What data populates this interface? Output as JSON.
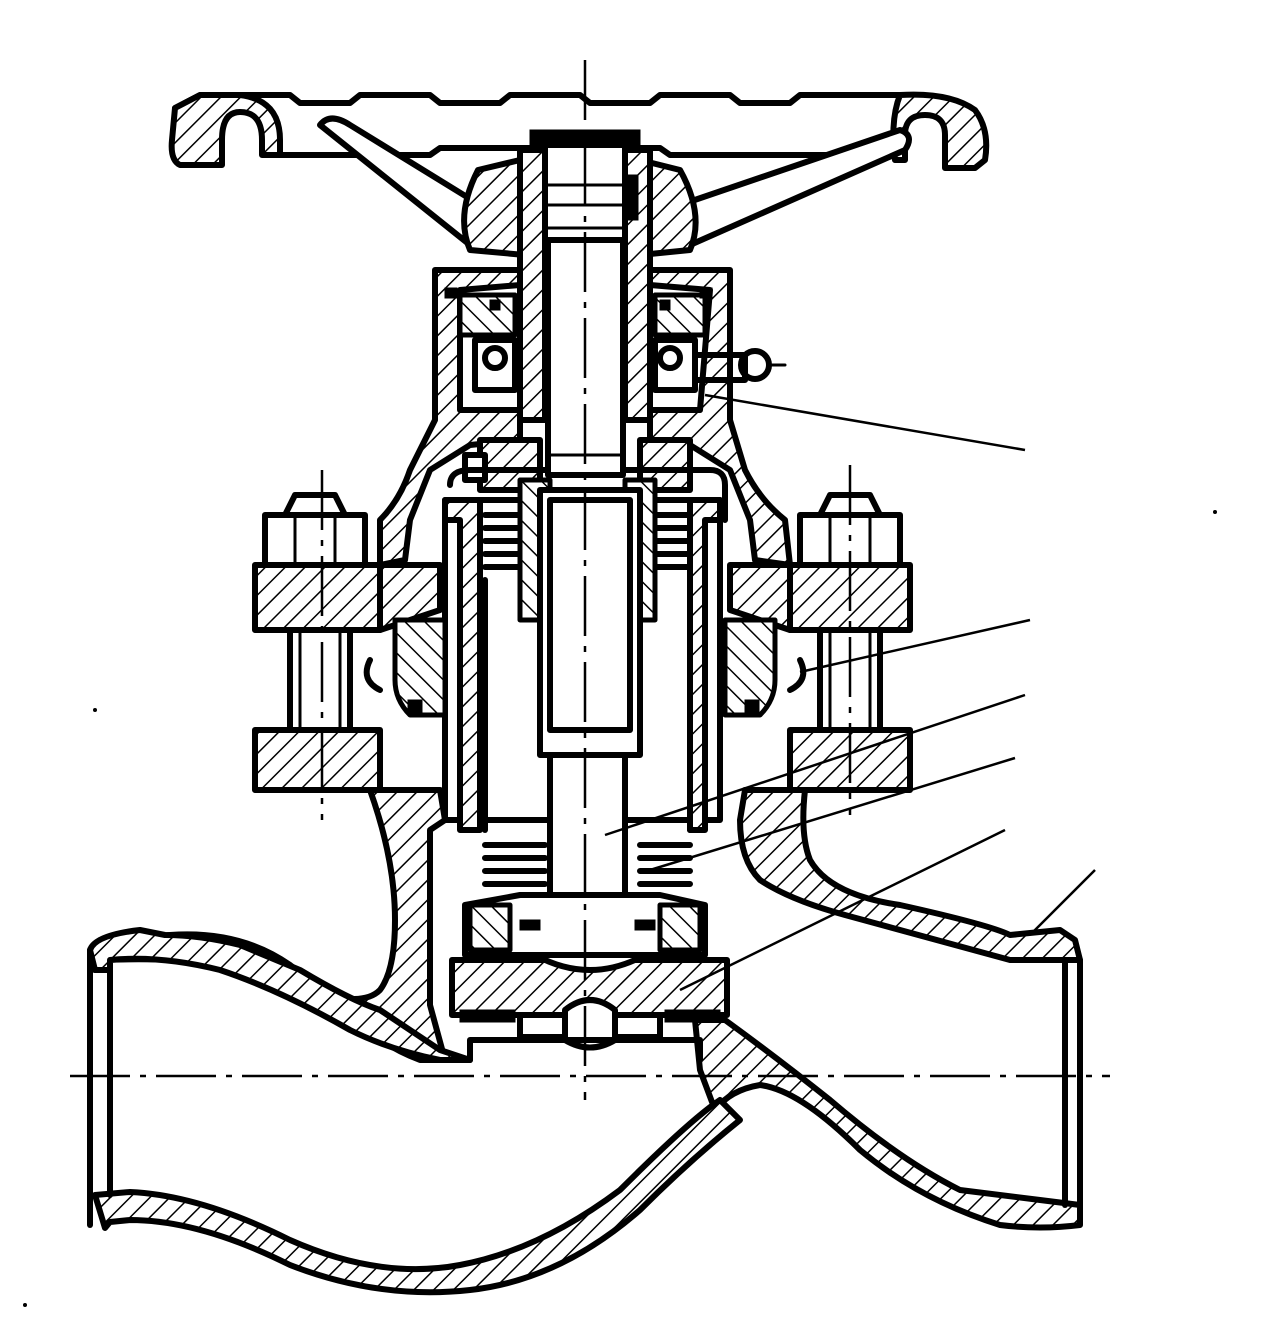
{
  "figure": {
    "subject": "globe-valve-cross-section",
    "colors": {
      "ink": "#000000",
      "paper": "#ffffff"
    },
    "leader_lines": [
      {
        "id": "leader-1"
      },
      {
        "id": "leader-2"
      },
      {
        "id": "leader-3"
      },
      {
        "id": "leader-4"
      },
      {
        "id": "leader-5"
      },
      {
        "id": "leader-6"
      }
    ]
  }
}
